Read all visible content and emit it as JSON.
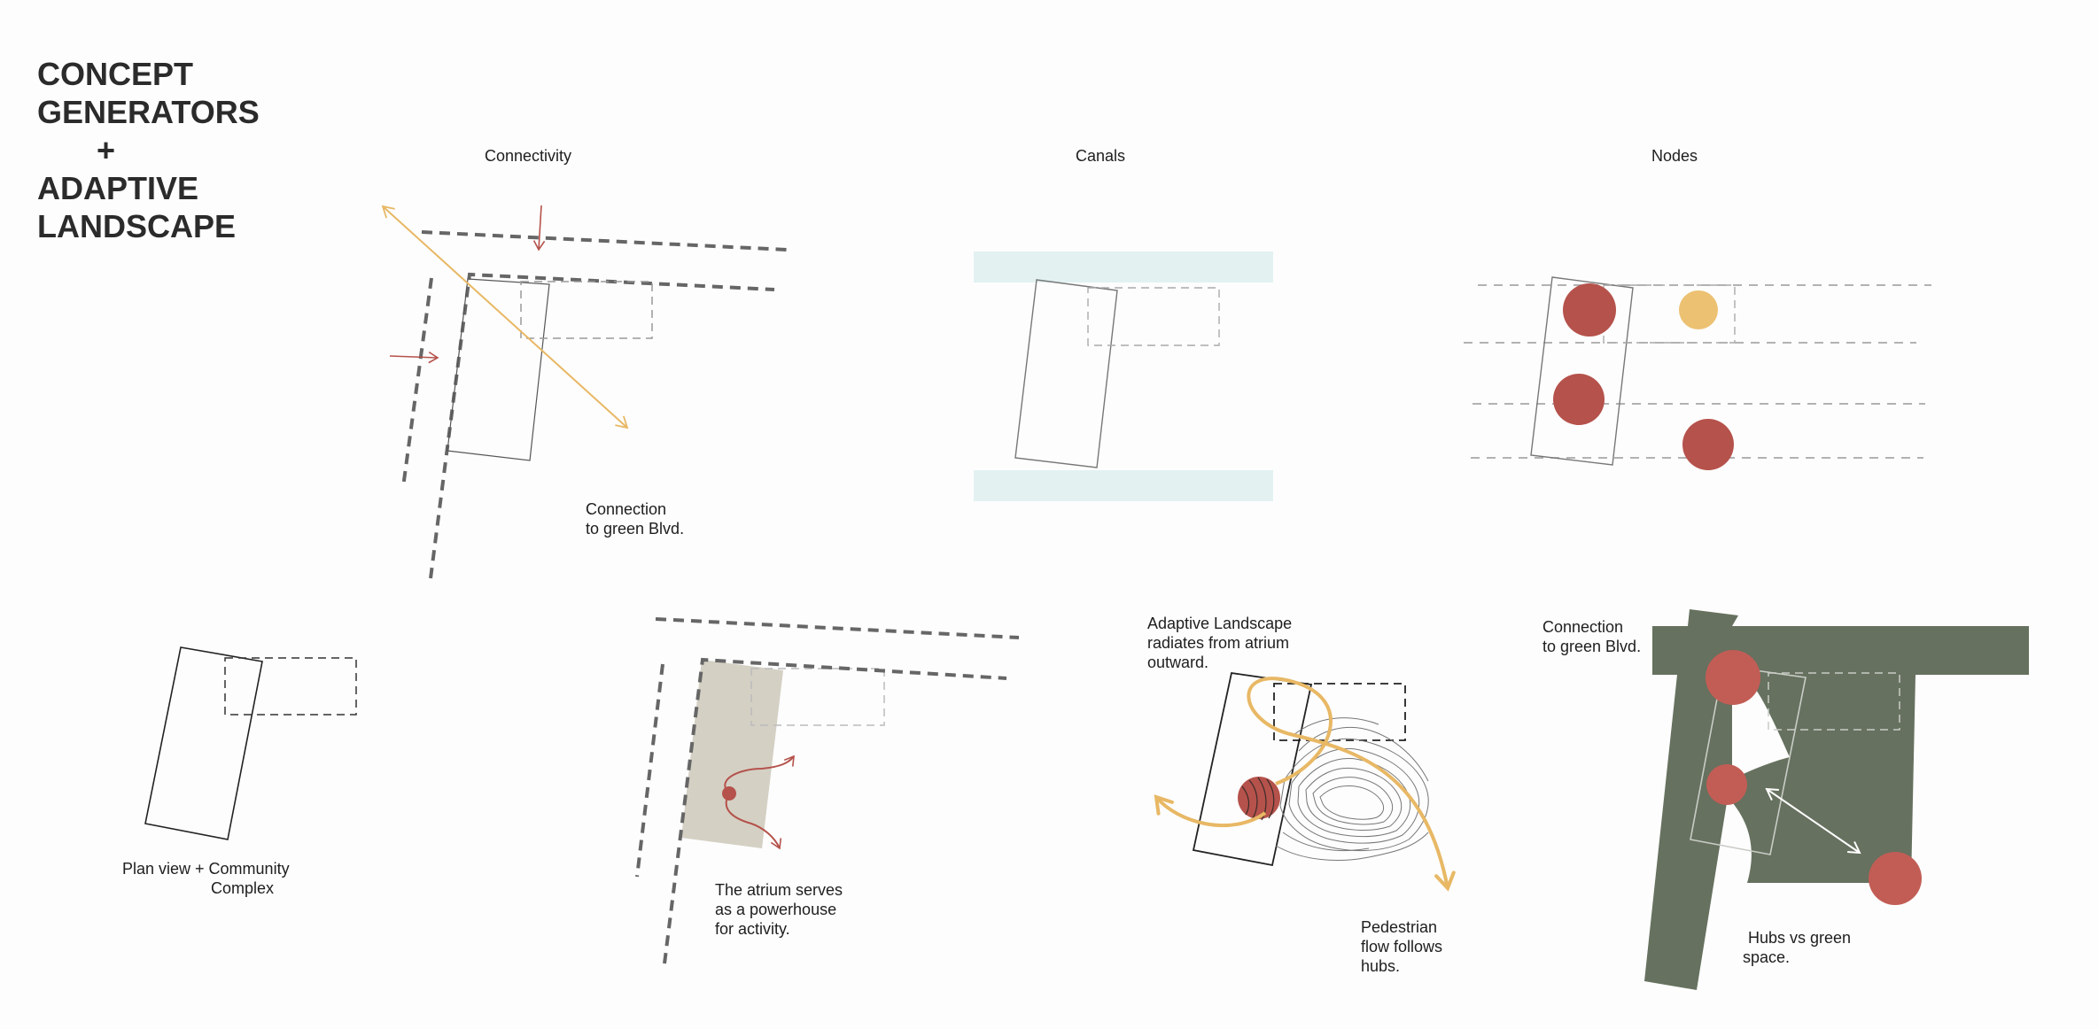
{
  "title": {
    "line1": "CONCEPT",
    "line2": "GENERATORS",
    "line3": "+",
    "line4": "ADAPTIVE",
    "line5": "LANDSCAPE"
  },
  "headings": {
    "connectivity": "Connectivity",
    "canals": "Canals",
    "nodes": "Nodes"
  },
  "captions": {
    "connectivity": [
      "Connection",
      "to green Blvd."
    ],
    "plan_view": [
      "Plan view + Community",
      "Complex"
    ],
    "atrium": [
      "The atrium serves",
      "as a powerhouse",
      "for activity."
    ],
    "adaptive": [
      "Adaptive Landscape",
      "radiates from atrium",
      "outward."
    ],
    "pedestrian": [
      "Pedestrian",
      "flow follows",
      "hubs."
    ],
    "connection_green": [
      "Connection",
      "to green Blvd."
    ],
    "hubs": [
      "Hubs vs green",
      "space."
    ]
  },
  "colors": {
    "hub_red": "#b5524b",
    "accent_yellow": "#e8b865",
    "green_space": "#66715f",
    "canal": "#e3f1f1",
    "atrium_fill": "#d4d0c4",
    "dashed_gray": "#666666",
    "outline": "#2a2a2a"
  }
}
